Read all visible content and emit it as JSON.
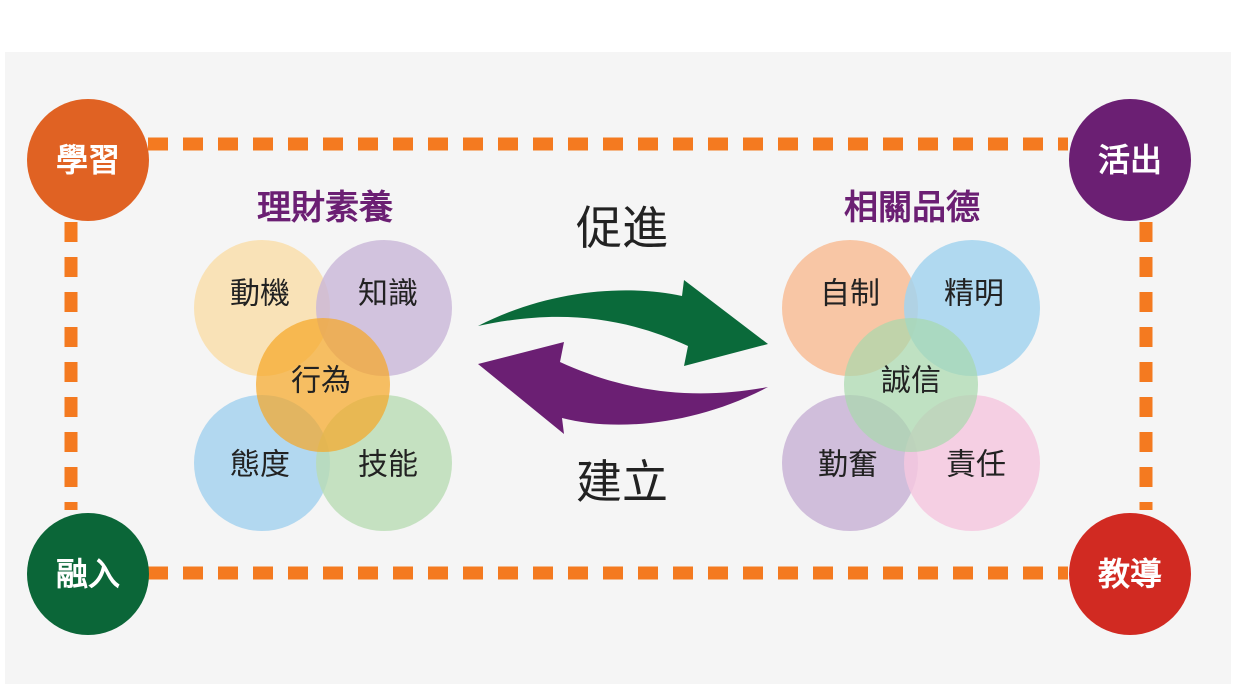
{
  "colors": {
    "background_panel": "#f5f5f5",
    "dotted_border": "#f47a20",
    "title_purple": "#6b1f73",
    "arrow_green": "#0a6a3a",
    "arrow_purple": "#6b1f73"
  },
  "corners": [
    {
      "id": "learn",
      "label": "學習",
      "color": "#e06223"
    },
    {
      "id": "live",
      "label": "活出",
      "color": "#6b1f73"
    },
    {
      "id": "integrate",
      "label": "融入",
      "color": "#0b6638"
    },
    {
      "id": "teach",
      "label": "教導",
      "color": "#d12a22"
    }
  ],
  "left_group": {
    "title": "理財素養",
    "circles": [
      {
        "label": "動機",
        "color": "#f9e0b0"
      },
      {
        "label": "知識",
        "color": "#c9b6d8"
      },
      {
        "label": "態度",
        "color": "#a6d2ee"
      },
      {
        "label": "技能",
        "color": "#b9dcb4"
      },
      {
        "label": "行為",
        "color": "#f6a623"
      }
    ]
  },
  "right_group": {
    "title": "相關品德",
    "circles": [
      {
        "label": "自制",
        "color": "#f8bd96"
      },
      {
        "label": "精明",
        "color": "#a3d3ef"
      },
      {
        "label": "勤奮",
        "color": "#c9b4d6"
      },
      {
        "label": "責任",
        "color": "#f4c8df"
      },
      {
        "label": "誠信",
        "color": "#a8d8ac"
      }
    ]
  },
  "arrows": {
    "top_label": "促進",
    "bottom_label": "建立"
  }
}
